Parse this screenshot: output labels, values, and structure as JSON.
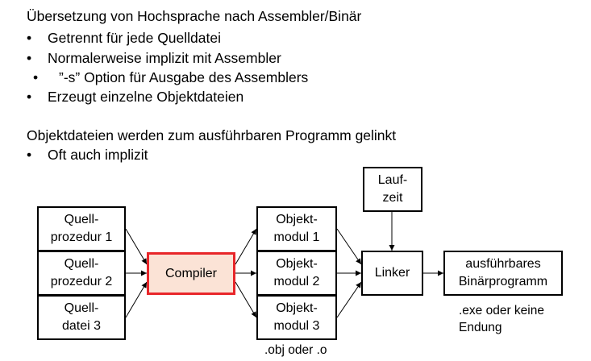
{
  "text": {
    "heading1": "Übersetzung von Hochsprache nach Assembler/Binär",
    "bullets1": [
      "Getrennt für jede Quelldatei",
      "Normalerweise implizit mit Assembler"
    ],
    "sub_bullet": "”-s” Option für Ausgabe des Assemblers",
    "bullet1_last": "Erzeugt einzelne Objektdateien",
    "heading2": "Objektdateien werden zum ausführbaren Programm gelinkt",
    "bullets2": [
      "Oft auch implizit"
    ],
    "bullet_char": "•"
  },
  "diagram": {
    "sources": [
      {
        "line1": "Quell-",
        "line2": "prozedur 1"
      },
      {
        "line1": "Quell-",
        "line2": "prozedur 2"
      },
      {
        "line1": "Quell-",
        "line2": "datei 3"
      }
    ],
    "compiler": "Compiler",
    "objects": [
      {
        "line1": "Objekt-",
        "line2": "modul 1"
      },
      {
        "line1": "Objekt-",
        "line2": "modul 2"
      },
      {
        "line1": "Objekt-",
        "line2": "modul 3"
      }
    ],
    "runtime": {
      "line1": "Lauf-",
      "line2": "zeit"
    },
    "linker": "Linker",
    "output": {
      "line1": "ausführbares",
      "line2": "Binärprogramm"
    },
    "obj_note": ".obj oder .o",
    "exe_note": {
      "line1": ".exe oder keine",
      "line2": "Endung"
    },
    "colors": {
      "compiler_border": "#e8262a",
      "compiler_fill": "#fbe3d6"
    }
  }
}
